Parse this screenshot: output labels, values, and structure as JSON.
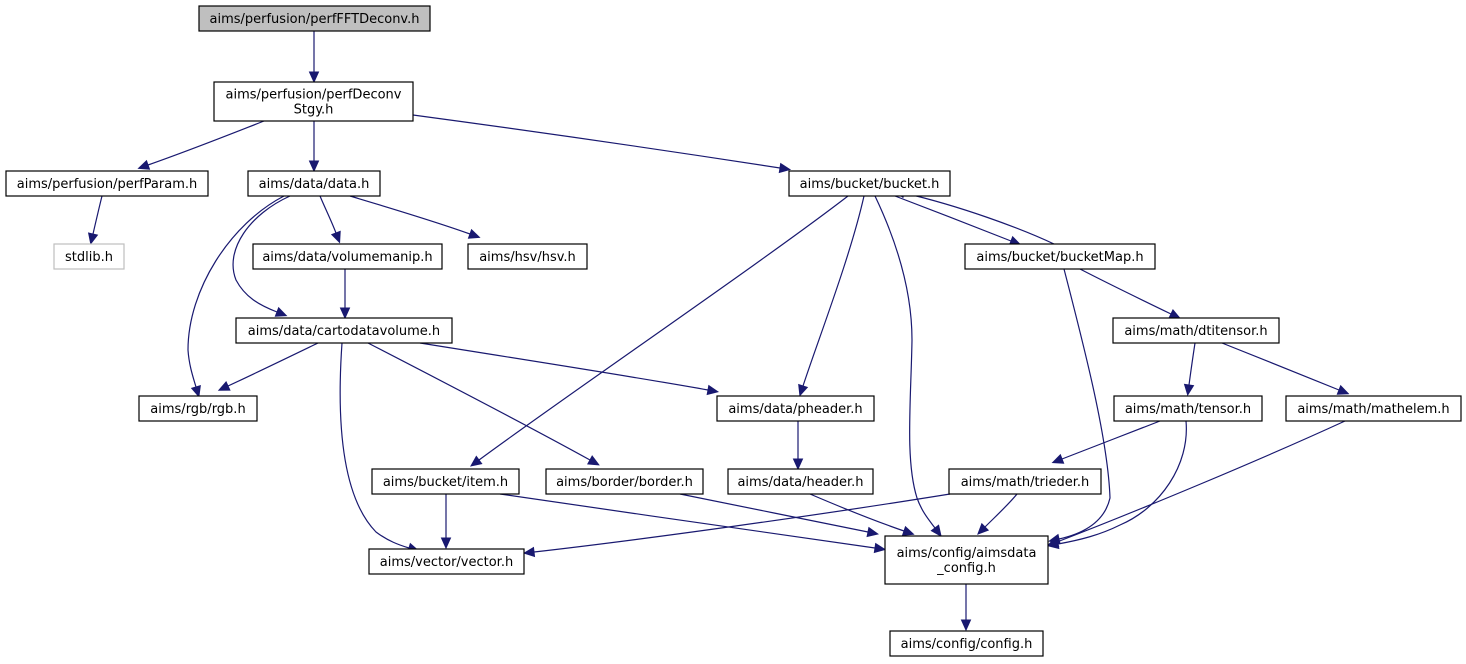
{
  "colors": {
    "edge": "#191970",
    "node_border": "#000000",
    "node_fill": "#ffffff",
    "root_fill": "#bfbfbf",
    "missing_border": "#bfbfbf"
  },
  "nodes": [
    {
      "id": "fftdeconv",
      "lines": [
        "aims/perfusion/perfFFTDeconv.h"
      ],
      "style": "root"
    },
    {
      "id": "deconvstgy",
      "lines": [
        "aims/perfusion/perfDeconv",
        "Stgy.h"
      ],
      "style": "normal"
    },
    {
      "id": "perfparam",
      "lines": [
        "aims/perfusion/perfParam.h"
      ],
      "style": "normal"
    },
    {
      "id": "stdlib",
      "lines": [
        "stdlib.h"
      ],
      "style": "missing"
    },
    {
      "id": "datah",
      "lines": [
        "aims/data/data.h"
      ],
      "style": "normal"
    },
    {
      "id": "bucketh",
      "lines": [
        "aims/bucket/bucket.h"
      ],
      "style": "normal"
    },
    {
      "id": "volmanip",
      "lines": [
        "aims/data/volumemanip.h"
      ],
      "style": "normal"
    },
    {
      "id": "hsv",
      "lines": [
        "aims/hsv/hsv.h"
      ],
      "style": "normal"
    },
    {
      "id": "bucketmap",
      "lines": [
        "aims/bucket/bucketMap.h"
      ],
      "style": "normal"
    },
    {
      "id": "cartovol",
      "lines": [
        "aims/data/cartodatavolume.h"
      ],
      "style": "normal"
    },
    {
      "id": "dtitensor",
      "lines": [
        "aims/math/dtitensor.h"
      ],
      "style": "normal"
    },
    {
      "id": "rgb",
      "lines": [
        "aims/rgb/rgb.h"
      ],
      "style": "normal"
    },
    {
      "id": "pheader",
      "lines": [
        "aims/data/pheader.h"
      ],
      "style": "normal"
    },
    {
      "id": "tensor",
      "lines": [
        "aims/math/tensor.h"
      ],
      "style": "normal"
    },
    {
      "id": "mathelem",
      "lines": [
        "aims/math/mathelem.h"
      ],
      "style": "normal"
    },
    {
      "id": "item",
      "lines": [
        "aims/bucket/item.h"
      ],
      "style": "normal"
    },
    {
      "id": "border",
      "lines": [
        "aims/border/border.h"
      ],
      "style": "normal"
    },
    {
      "id": "header",
      "lines": [
        "aims/data/header.h"
      ],
      "style": "normal"
    },
    {
      "id": "trieder",
      "lines": [
        "aims/math/trieder.h"
      ],
      "style": "normal"
    },
    {
      "id": "vector",
      "lines": [
        "aims/vector/vector.h"
      ],
      "style": "normal"
    },
    {
      "id": "aimsdataconfig",
      "lines": [
        "aims/config/aimsdata",
        "_config.h"
      ],
      "style": "normal"
    },
    {
      "id": "config",
      "lines": [
        "aims/config/config.h"
      ],
      "style": "normal"
    }
  ],
  "edges": [
    {
      "from": "fftdeconv",
      "to": "deconvstgy"
    },
    {
      "from": "deconvstgy",
      "to": "perfparam"
    },
    {
      "from": "deconvstgy",
      "to": "datah"
    },
    {
      "from": "deconvstgy",
      "to": "bucketh"
    },
    {
      "from": "perfparam",
      "to": "stdlib"
    },
    {
      "from": "datah",
      "to": "volmanip"
    },
    {
      "from": "datah",
      "to": "hsv"
    },
    {
      "from": "datah",
      "to": "cartovol"
    },
    {
      "from": "datah",
      "to": "rgb"
    },
    {
      "from": "volmanip",
      "to": "cartovol"
    },
    {
      "from": "cartovol",
      "to": "rgb"
    },
    {
      "from": "cartovol",
      "to": "pheader"
    },
    {
      "from": "cartovol",
      "to": "border"
    },
    {
      "from": "cartovol",
      "to": "vector"
    },
    {
      "from": "bucketh",
      "to": "bucketmap"
    },
    {
      "from": "bucketh",
      "to": "item"
    },
    {
      "from": "bucketh",
      "to": "pheader"
    },
    {
      "from": "bucketh",
      "to": "aimsdataconfig"
    },
    {
      "from": "bucketmap",
      "to": "bucketh"
    },
    {
      "from": "bucketmap",
      "to": "dtitensor"
    },
    {
      "from": "bucketmap",
      "to": "aimsdataconfig"
    },
    {
      "from": "dtitensor",
      "to": "tensor"
    },
    {
      "from": "dtitensor",
      "to": "mathelem"
    },
    {
      "from": "tensor",
      "to": "trieder"
    },
    {
      "from": "tensor",
      "to": "aimsdataconfig"
    },
    {
      "from": "mathelem",
      "to": "aimsdataconfig"
    },
    {
      "from": "pheader",
      "to": "header"
    },
    {
      "from": "header",
      "to": "aimsdataconfig"
    },
    {
      "from": "item",
      "to": "vector"
    },
    {
      "from": "item",
      "to": "aimsdataconfig"
    },
    {
      "from": "border",
      "to": "aimsdataconfig"
    },
    {
      "from": "trieder",
      "to": "vector"
    },
    {
      "from": "trieder",
      "to": "aimsdataconfig"
    },
    {
      "from": "aimsdataconfig",
      "to": "config"
    }
  ]
}
